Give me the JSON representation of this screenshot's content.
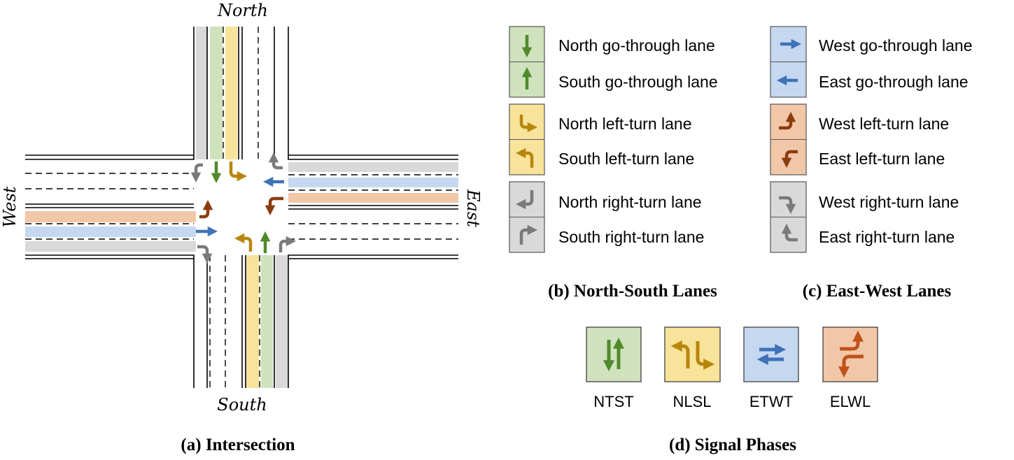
{
  "intersection": {
    "directions": {
      "north": "North",
      "south": "South",
      "west": "West",
      "east": "East"
    },
    "caption": "(a) Intersection"
  },
  "legend_ns": {
    "caption": "(b) North-South Lanes",
    "groups": [
      {
        "color": "green",
        "items": [
          {
            "label": "North go-through lane",
            "icon": "arrow-down-icon"
          },
          {
            "label": "South go-through lane",
            "icon": "arrow-up-icon"
          }
        ]
      },
      {
        "color": "yellow",
        "items": [
          {
            "label": "North left-turn lane",
            "icon": "turn-down-right-icon"
          },
          {
            "label": "South left-turn lane",
            "icon": "turn-up-left-icon"
          }
        ]
      },
      {
        "color": "gray",
        "items": [
          {
            "label": "North right-turn lane",
            "icon": "turn-down-left-icon"
          },
          {
            "label": "South right-turn lane",
            "icon": "turn-up-right-icon"
          }
        ]
      }
    ]
  },
  "legend_ew": {
    "caption": "(c) East-West Lanes",
    "groups": [
      {
        "color": "blue",
        "items": [
          {
            "label": "West go-through lane",
            "icon": "arrow-right-icon"
          },
          {
            "label": "East go-through lane",
            "icon": "arrow-left-icon"
          }
        ]
      },
      {
        "color": "orange",
        "items": [
          {
            "label": "West left-turn lane",
            "icon": "turn-right-up-icon"
          },
          {
            "label": "East left-turn lane",
            "icon": "turn-left-down-icon"
          }
        ]
      },
      {
        "color": "gray",
        "items": [
          {
            "label": "West right-turn lane",
            "icon": "turn-right-down-icon"
          },
          {
            "label": "East right-turn lane",
            "icon": "turn-left-up-icon"
          }
        ]
      }
    ]
  },
  "signal_phases": {
    "caption": "(d) Signal Phases",
    "phases": [
      {
        "label": "NTST",
        "color": "green",
        "icon": "through-down-up-icon"
      },
      {
        "label": "NLSL",
        "color": "yellow",
        "icon": "left-turns-ns-icon"
      },
      {
        "label": "ETWT",
        "color": "blue",
        "icon": "through-left-right-icon"
      },
      {
        "label": "ELWL",
        "color": "orange",
        "icon": "left-turns-ew-icon"
      }
    ]
  },
  "colors": {
    "green_fill": "#cfe2bd",
    "green_arrow": "#4f8a2b",
    "yellow_fill": "#f8e39b",
    "yellow_arrow": "#b8860b",
    "gray_fill": "#d9d9d9",
    "gray_arrow": "#7a7a7a",
    "blue_fill": "#c5d8f0",
    "blue_arrow": "#3f72b7",
    "orange_fill": "#f2c7a8",
    "orange_arrow": "#8b3d0f",
    "ns_orange_arrow": "#c0531a",
    "road_line": "#000000"
  }
}
